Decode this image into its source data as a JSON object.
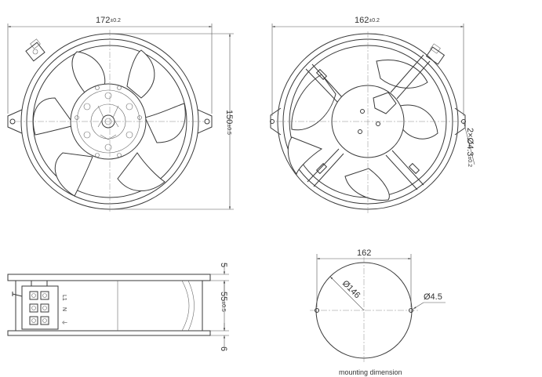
{
  "front_view": {
    "width_value": "172",
    "width_tol": "±0.2",
    "height_value": "150",
    "height_tol": "±0.5"
  },
  "rear_view": {
    "width_value": "162",
    "width_tol": "±0.2",
    "hole_value": "2×Ø4.3",
    "hole_tol": "±0.2"
  },
  "side_view": {
    "flange_value": "5",
    "depth_value": "55",
    "depth_tol": "±0.5",
    "rear_value": "6",
    "terminal_labels": [
      "L1",
      "N",
      "⏚"
    ]
  },
  "mounting": {
    "spacing_value": "162",
    "circle_value": "Ø146",
    "hole_value": "Ø4.5",
    "caption": "mounting dimension"
  }
}
